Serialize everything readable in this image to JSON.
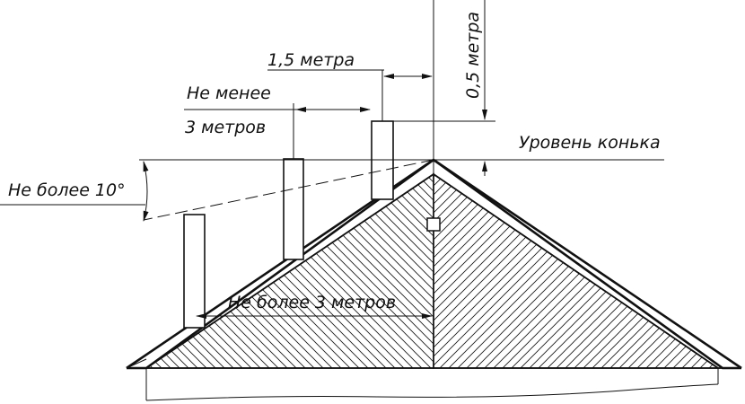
{
  "labels": {
    "ridge_level": "Уровень конька",
    "height_offset": "0,5 метра",
    "horizontal_offset": "1,5 метра",
    "min_distance_line1": "Не менее",
    "min_distance_line2": "3 метров",
    "angle_limit": "Не более 10°",
    "max_distance": "Не более 3 метров"
  },
  "colors": {
    "ink": "#111111",
    "background": "#ffffff"
  }
}
